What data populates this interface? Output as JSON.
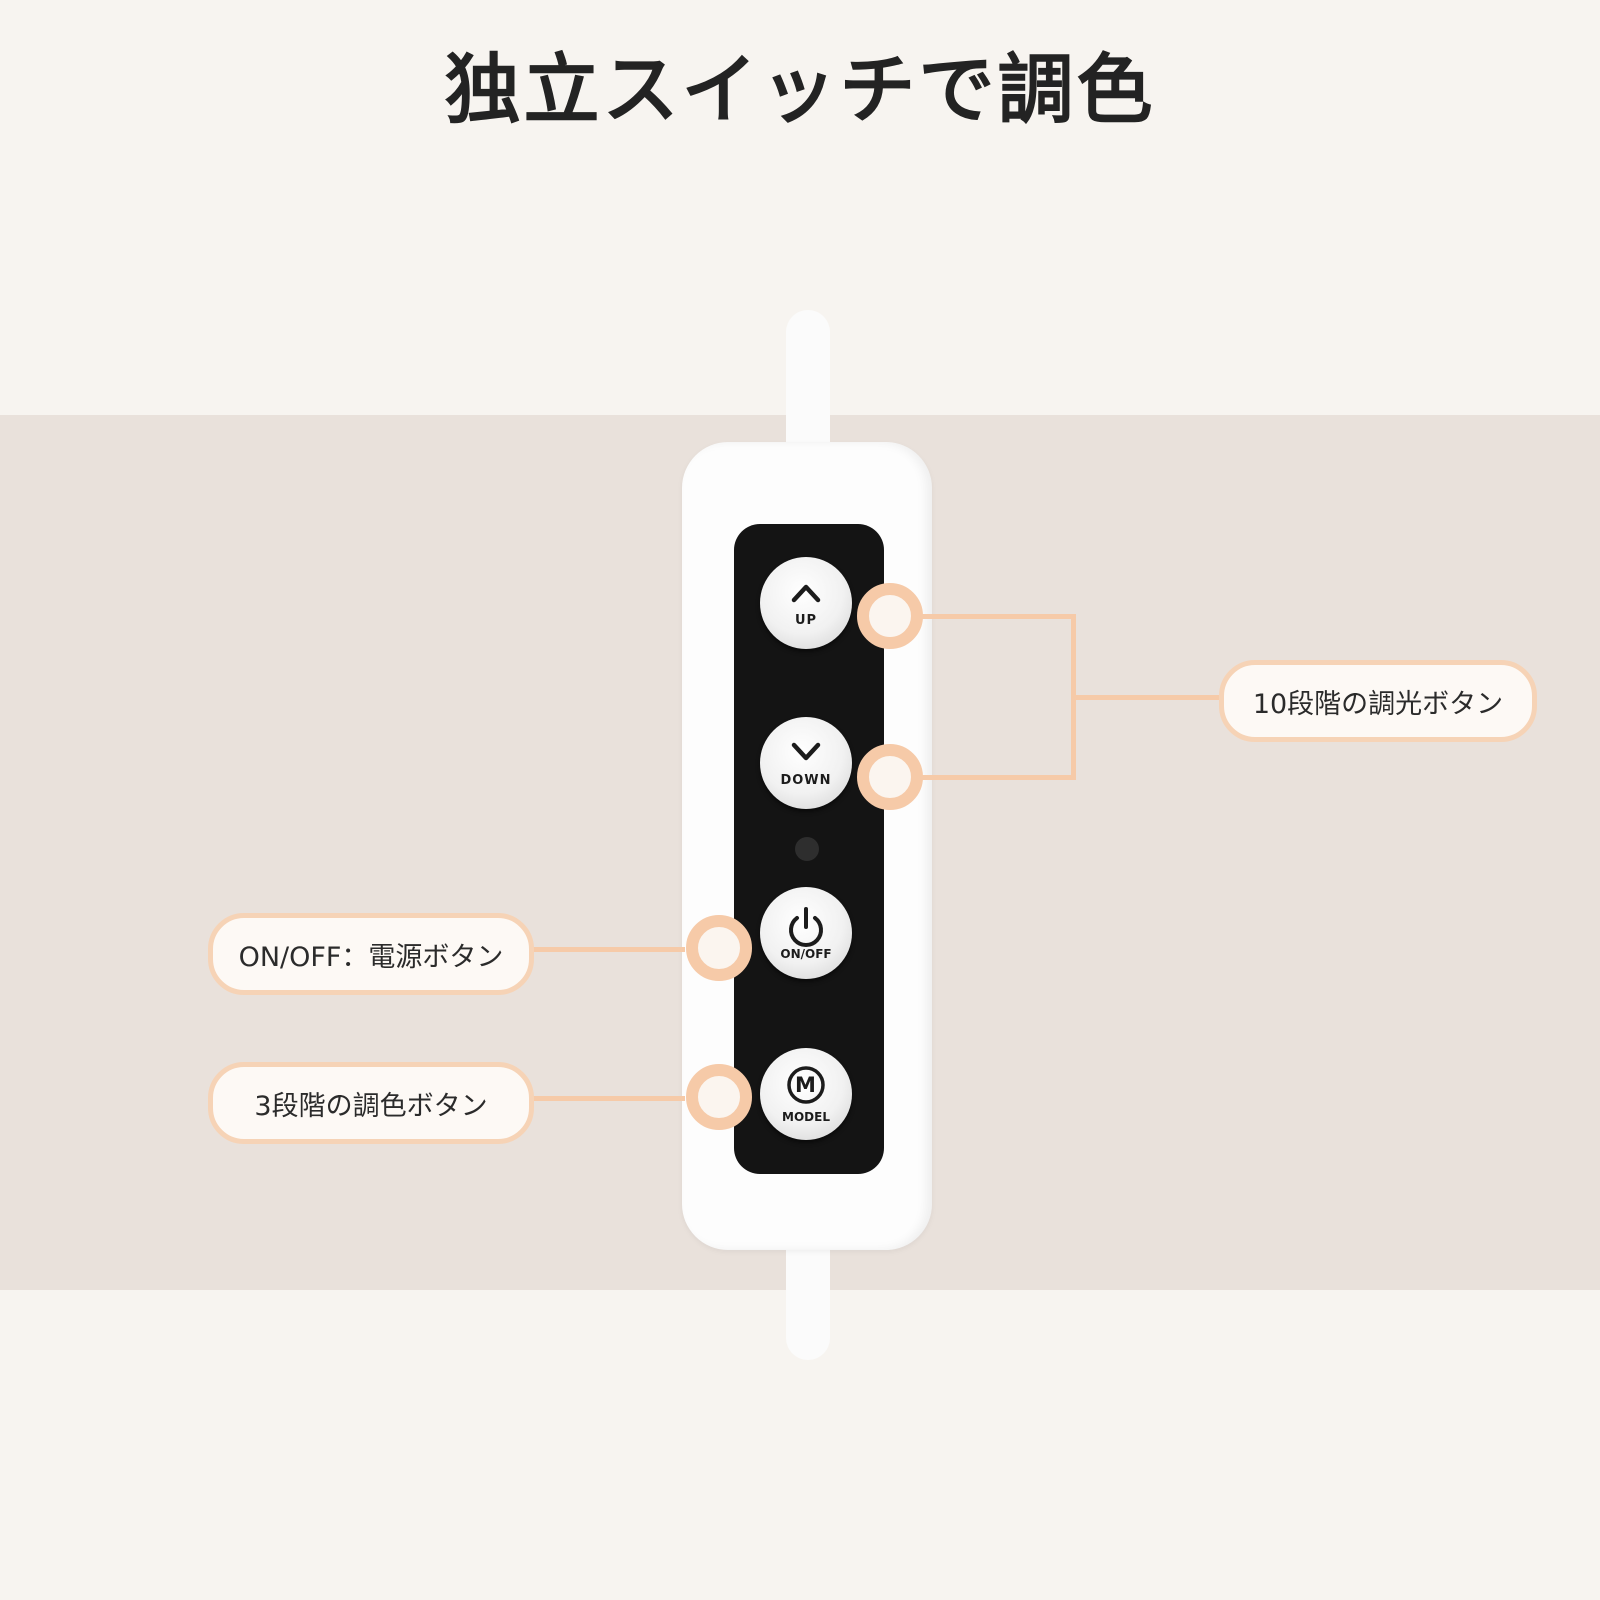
{
  "title": "独立スイッチで調色",
  "buttons": {
    "up_label": "UP",
    "down_label": "DOWN",
    "onoff_label": "ON/OFF",
    "model_label": "MODEL",
    "model_glyph": "M"
  },
  "callouts": {
    "dimming": "10段階の調光ボタン",
    "power": "ON/OFF：電源ボタン",
    "color": "3段階の調色ボタン"
  },
  "icons": [
    "chevron-up-icon",
    "chevron-down-icon",
    "power-icon",
    "mode-m-icon"
  ],
  "colors": {
    "background": "#f7f4f0",
    "band": "#e9e1db",
    "accent": "#f6caa8",
    "panel": "#141414",
    "title_text": "#232323"
  }
}
